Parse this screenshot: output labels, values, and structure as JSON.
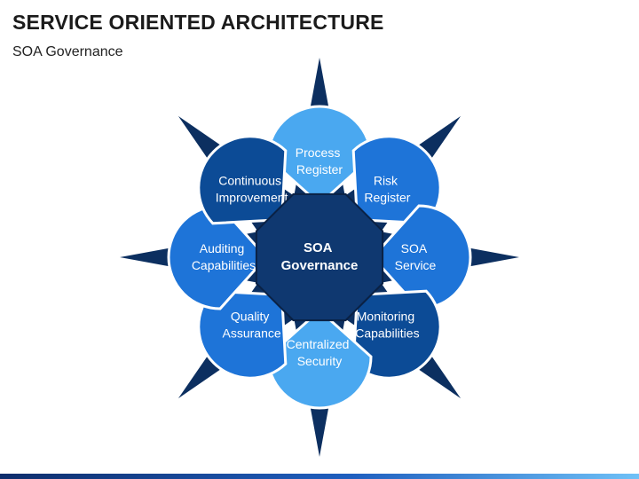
{
  "slide": {
    "title": "SERVICE ORIENTED ARCHITECTURE",
    "subtitle": "SOA Governance"
  },
  "diagram": {
    "center": {
      "line1": "SOA",
      "line2": "Governance"
    },
    "petals": [
      {
        "id": "process-register",
        "line1": "Process",
        "line2": "Register",
        "color": "#4aa8f0"
      },
      {
        "id": "risk-register",
        "line1": "Risk",
        "line2": "Register",
        "color": "#1e74d8"
      },
      {
        "id": "soa-service",
        "line1": "SOA",
        "line2": "Service",
        "color": "#1e74d8"
      },
      {
        "id": "monitoring-capabilities",
        "line1": "Monitoring",
        "line2": "Capabilities",
        "color": "#0c4b96"
      },
      {
        "id": "centralized-security",
        "line1": "Centralized",
        "line2": "Security",
        "color": "#4aa8f0"
      },
      {
        "id": "quality-assurance",
        "line1": "Quality",
        "line2": "Assurance",
        "color": "#1e74d8"
      },
      {
        "id": "auditing-capabilities",
        "line1": "Auditing",
        "line2": "Capabilities",
        "color": "#1e74d8"
      },
      {
        "id": "continuous-improvement",
        "line1": "Continuous",
        "line2": "Improvement",
        "color": "#0c4b96"
      }
    ],
    "colors": {
      "star": "#0c2f60",
      "center": "#0f3870",
      "outline": "#0a2144"
    }
  }
}
